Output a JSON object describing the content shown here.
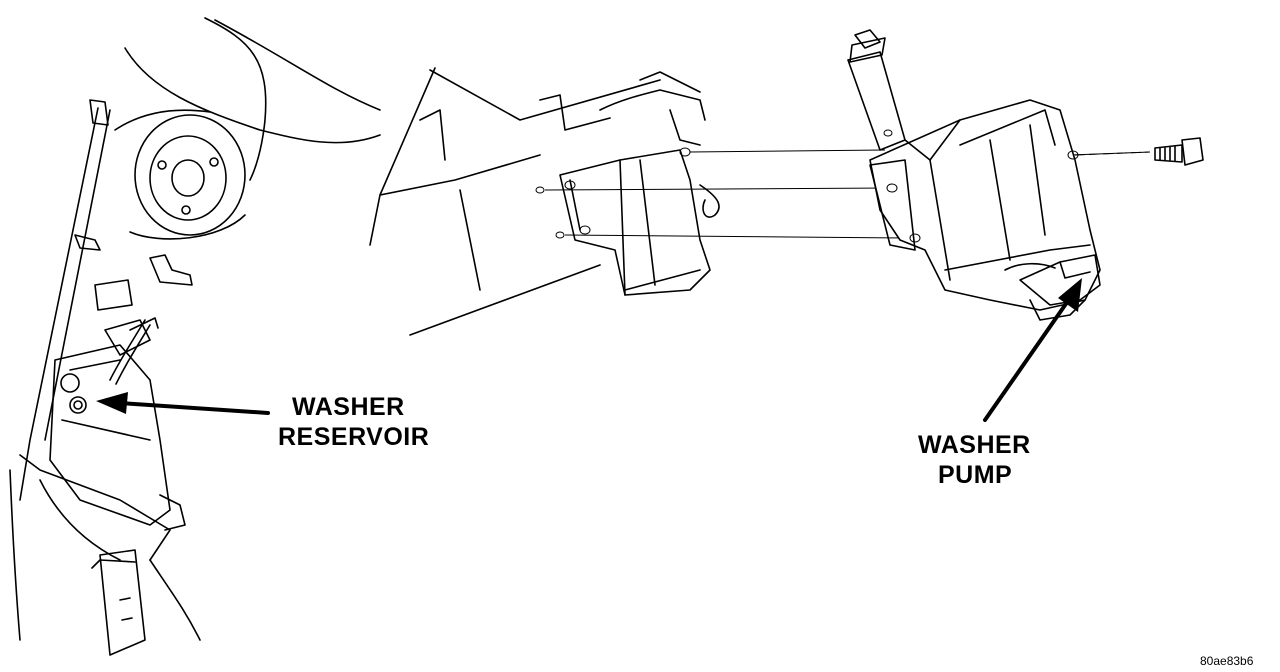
{
  "labels": {
    "washer_reservoir_line1": "WASHER",
    "washer_reservoir_line2": "RESERVOIR",
    "washer_pump_line1": "WASHER",
    "washer_pump_line2": "PUMP",
    "figure_code": "80ae83b6"
  }
}
